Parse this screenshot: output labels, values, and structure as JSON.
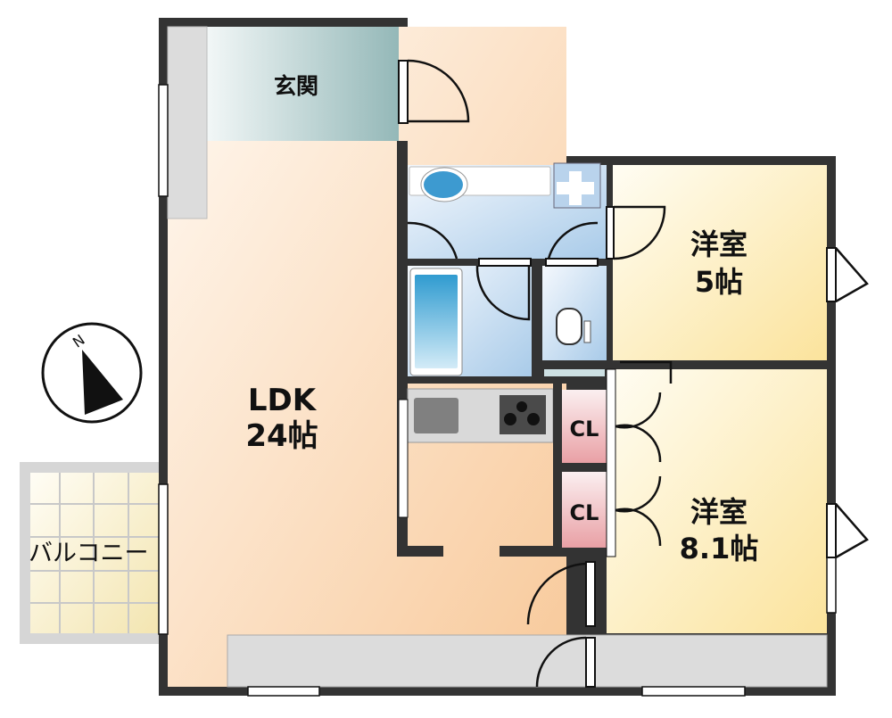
{
  "rooms": {
    "entrance": {
      "name": "玄関"
    },
    "ldk": {
      "name": "LDK",
      "size": "24帖"
    },
    "western1": {
      "name": "洋室",
      "size": "5帖"
    },
    "western2": {
      "name": "洋室",
      "size": "8.1帖"
    },
    "closet1": {
      "name": "CL"
    },
    "closet2": {
      "name": "CL"
    },
    "balcony": {
      "name": "バルコニー"
    }
  },
  "compass": {
    "label": "N"
  },
  "colors": {
    "wall": "#333333",
    "ldk": "#fbd9b8",
    "western": "#fbe7a8",
    "wet": "#a9cbe9",
    "closet": "#eaa7ab",
    "entrance": "#98bcbc",
    "storage": "#dcdcdc"
  }
}
